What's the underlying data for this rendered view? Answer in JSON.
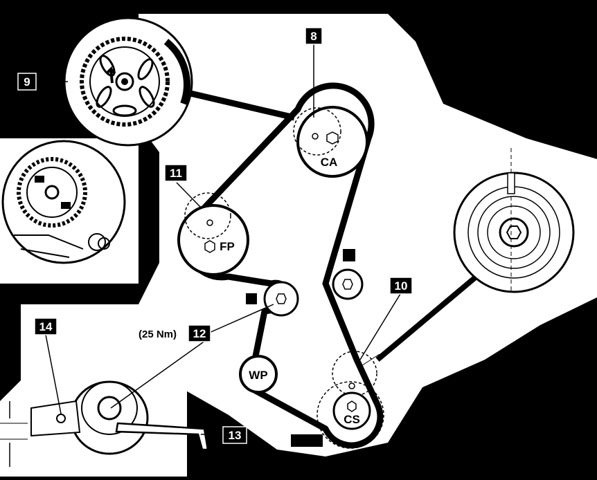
{
  "callouts": {
    "c8": "8",
    "c9": "9",
    "c10": "10",
    "c11": "11",
    "c12": "12",
    "c13": "13",
    "c14": "14"
  },
  "pulleys": {
    "camshaft": "CA",
    "fuel_pump": "FP",
    "water_pump": "WP",
    "crankshaft": "CS"
  },
  "annotations": {
    "torque": "(25 Nm)"
  },
  "colors": {
    "background": "#000000",
    "paper": "#ffffff",
    "ink": "#000000"
  }
}
